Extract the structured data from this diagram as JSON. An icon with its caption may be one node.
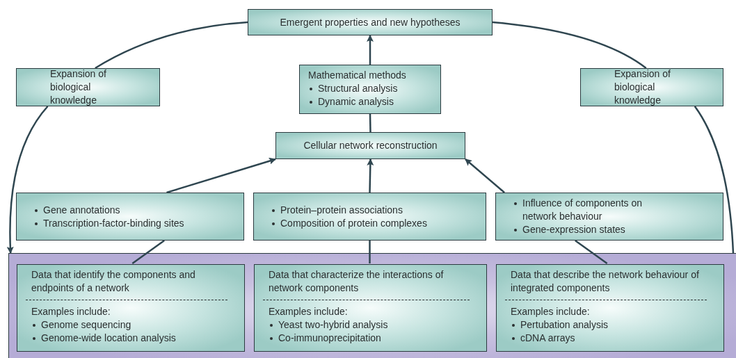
{
  "diagram": {
    "nodes": [
      {
        "text": [
          "Emergent properties and new hypotheses"
        ]
      },
      {
        "text": [
          "Expansion of biological knowledge"
        ]
      },
      {
        "text": [
          "Mathematical methods",
          "Structural analysis",
          "Dynamic analysis"
        ]
      },
      {
        "text": [
          "Expansion of biological knowledge"
        ]
      },
      {
        "text": [
          "Cellular network reconstruction"
        ]
      },
      {
        "text": [
          "Gene annotations",
          "Transcription-factor-binding sites"
        ]
      },
      {
        "text": [
          "Protein–protein associations",
          "Composition of protein complexes"
        ]
      },
      {
        "text": [
          "Influence of components on network behaviour",
          "Gene-expression states"
        ]
      },
      {
        "text": [],
        "shape": "box"
      },
      {
        "text": [
          "Data that identify the components and endpoints of a network",
          "Examples include:",
          "Genome sequencing",
          "Genome-wide location analysis"
        ],
        "in": 8
      },
      {
        "text": [
          "Data that characterize the interactions of network components",
          "Examples include:",
          "Yeast two-hybrid analysis",
          "Co-immunoprecipitation"
        ],
        "in": 8
      },
      {
        "text": [
          "Data that describe the network behaviour of integrated components",
          "Examples include:",
          "Pertubation analysis",
          "cDNA arrays"
        ],
        "in": 8
      }
    ],
    "edges": [
      {
        "from": 0,
        "to": 1,
        "arrow": "none"
      },
      {
        "from": 1,
        "to": 8,
        "arrow": "to"
      },
      {
        "from": 0,
        "to": 3,
        "arrow": "none"
      },
      {
        "from": 3,
        "to": 8,
        "arrow": "none"
      },
      {
        "from": 2,
        "to": 0,
        "arrow": "to"
      },
      {
        "from": 4,
        "to": 2,
        "arrow": "none"
      },
      {
        "from": 5,
        "to": 4,
        "arrow": "to"
      },
      {
        "from": 6,
        "to": 4,
        "arrow": "to"
      },
      {
        "from": 7,
        "to": 4,
        "arrow": "to"
      },
      {
        "from": 9,
        "to": 5,
        "arrow": "none"
      },
      {
        "from": 10,
        "to": 6,
        "arrow": "none"
      },
      {
        "from": 11,
        "to": 7,
        "arrow": "none"
      }
    ]
  }
}
